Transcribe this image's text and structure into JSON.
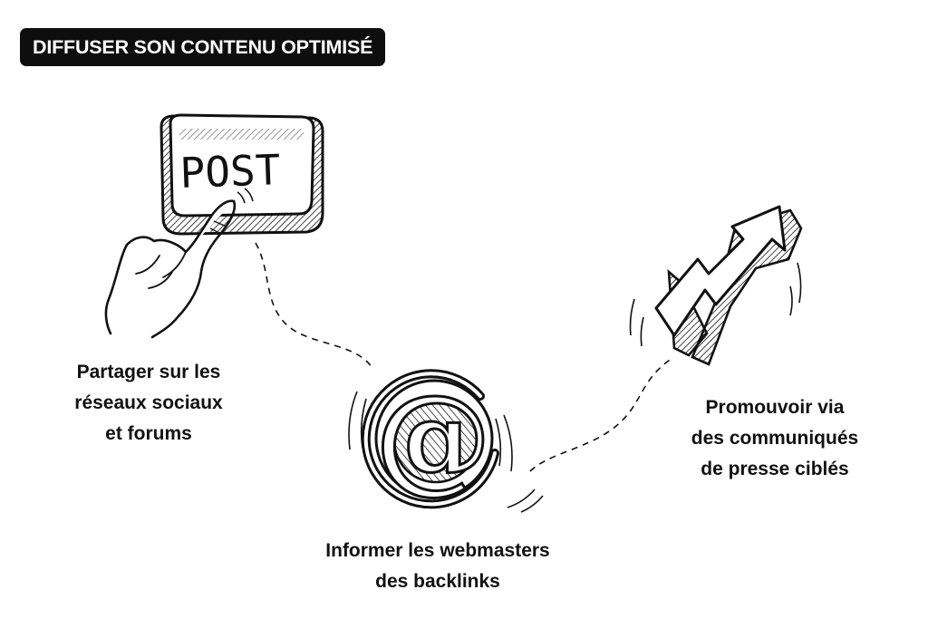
{
  "title": "DIFFUSER SON CONTENU OPTIMISÉ",
  "post_button": {
    "text": "POST"
  },
  "steps": [
    {
      "line1": "Partager sur les",
      "line2": "réseaux sociaux",
      "line3": "et forums",
      "icon": "post-button-hand-icon"
    },
    {
      "line1": "Informer les webmasters",
      "line2": "des backlinks",
      "icon": "at-sign-icon"
    },
    {
      "line1": "Promouvoir via",
      "line2": "des communiqués",
      "line3": "de presse ciblés",
      "icon": "arrow-up-icon"
    }
  ],
  "colors": {
    "ink": "#111111",
    "badge_bg": "#0e0e0e",
    "badge_text": "#ffffff",
    "background": "#ffffff"
  }
}
